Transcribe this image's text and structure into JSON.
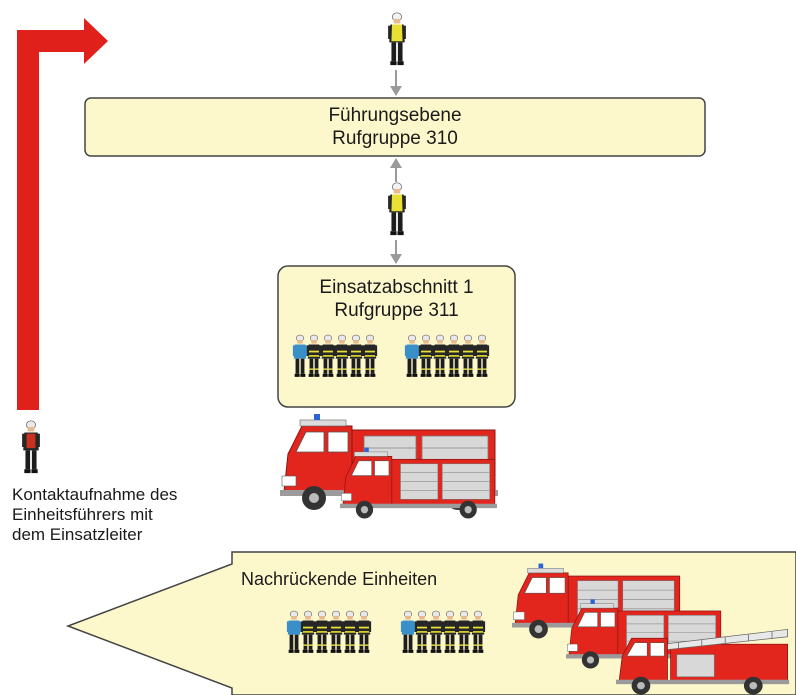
{
  "leadership_box": {
    "line1": "Führungsebene",
    "line2": "Rufgruppe 310"
  },
  "section_box": {
    "line1": "Einsatzabschnitt 1",
    "line2": "Rufgruppe 311"
  },
  "contact_note": {
    "line1": "Kontaktaufnahme des",
    "line2": "Einheitsführers mit",
    "line3": "dem Einsatzleiter"
  },
  "incoming_units": {
    "label": "Nachrückende Einheiten"
  },
  "colors": {
    "box_fill": "#fdf8cc",
    "box_stroke": "#444444",
    "contact_arrow": "#e0201b",
    "link_arrow": "#9a9a9a",
    "truck_red": "#e3261d",
    "jacket_dark": "#2a2a2a",
    "reflective_yellow": "#e8e034"
  },
  "icons": {
    "firefighter": "firefighter-icon",
    "fire_truck": "fire-truck-icon",
    "ladder_truck": "ladder-truck-icon"
  }
}
